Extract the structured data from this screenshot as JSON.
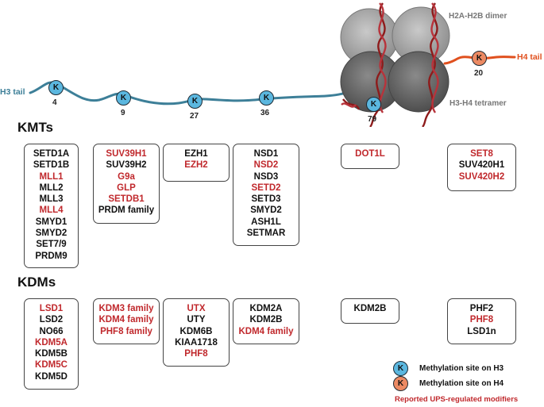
{
  "nucleosome": {
    "h2a_h2b_label": "H2A-H2B dimer",
    "h3_h4_label": "H3-H4 tetramer",
    "h3_tail_label": "H3 tail",
    "h4_tail_label": "H4 tail"
  },
  "sites": [
    {
      "letter": "K",
      "number": "4",
      "histone": "H3"
    },
    {
      "letter": "K",
      "number": "9",
      "histone": "H3"
    },
    {
      "letter": "K",
      "number": "27",
      "histone": "H3"
    },
    {
      "letter": "K",
      "number": "36",
      "histone": "H3"
    },
    {
      "letter": "K",
      "number": "79",
      "histone": "H3"
    },
    {
      "letter": "K",
      "number": "20",
      "histone": "H4"
    }
  ],
  "colors": {
    "h3_site": "#5bb7df",
    "h4_site": "#ec8a63",
    "ups_regulated": "#c0282c",
    "other": "#111111",
    "h3_tail": "#3d7f98",
    "h4_tail": "#e0501e",
    "dna": "#8e1b1b"
  },
  "kmts": {
    "title": "KMTs",
    "groups": [
      {
        "site": "K4",
        "items": [
          {
            "name": "SETD1A",
            "ups": false
          },
          {
            "name": "SETD1B",
            "ups": false
          },
          {
            "name": "MLL1",
            "ups": true
          },
          {
            "name": "MLL2",
            "ups": false
          },
          {
            "name": "MLL3",
            "ups": false
          },
          {
            "name": "MLL4",
            "ups": true
          },
          {
            "name": "SMYD1",
            "ups": false
          },
          {
            "name": "SMYD2",
            "ups": false
          },
          {
            "name": "SET7/9",
            "ups": false
          },
          {
            "name": "PRDM9",
            "ups": false
          }
        ]
      },
      {
        "site": "K9",
        "items": [
          {
            "name": "SUV39H1",
            "ups": true
          },
          {
            "name": "SUV39H2",
            "ups": false
          },
          {
            "name": "G9a",
            "ups": true
          },
          {
            "name": "GLP",
            "ups": true
          },
          {
            "name": "SETDB1",
            "ups": true
          },
          {
            "name": "PRDM family",
            "ups": false
          }
        ]
      },
      {
        "site": "K27",
        "items": [
          {
            "name": "EZH1",
            "ups": false
          },
          {
            "name": "EZH2",
            "ups": true
          }
        ]
      },
      {
        "site": "K36",
        "items": [
          {
            "name": "NSD1",
            "ups": false
          },
          {
            "name": "NSD2",
            "ups": true
          },
          {
            "name": "NSD3",
            "ups": false
          },
          {
            "name": "SETD2",
            "ups": true
          },
          {
            "name": "SETD3",
            "ups": false
          },
          {
            "name": "SMYD2",
            "ups": false
          },
          {
            "name": "ASH1L",
            "ups": false
          },
          {
            "name": "SETMAR",
            "ups": false
          }
        ]
      },
      {
        "site": "K79",
        "items": [
          {
            "name": "DOT1L",
            "ups": true
          }
        ]
      },
      {
        "site": "K20",
        "items": [
          {
            "name": "SET8",
            "ups": true
          },
          {
            "name": "SUV420H1",
            "ups": false
          },
          {
            "name": "SUV420H2",
            "ups": true
          }
        ]
      }
    ]
  },
  "kdms": {
    "title": "KDMs",
    "groups": [
      {
        "site": "K4",
        "items": [
          {
            "name": "LSD1",
            "ups": true
          },
          {
            "name": "LSD2",
            "ups": false
          },
          {
            "name": "NO66",
            "ups": false
          },
          {
            "name": "KDM5A",
            "ups": true
          },
          {
            "name": "KDM5B",
            "ups": false
          },
          {
            "name": "KDM5C",
            "ups": true
          },
          {
            "name": "KDM5D",
            "ups": false
          }
        ]
      },
      {
        "site": "K9",
        "items": [
          {
            "name": "KDM3 family",
            "ups": true
          },
          {
            "name": "KDM4 family",
            "ups": true
          },
          {
            "name": "PHF8 family",
            "ups": true
          }
        ]
      },
      {
        "site": "K27",
        "items": [
          {
            "name": "UTX",
            "ups": true
          },
          {
            "name": "UTY",
            "ups": false
          },
          {
            "name": "KDM6B",
            "ups": false
          },
          {
            "name": "KIAA1718",
            "ups": false
          },
          {
            "name": "PHF8",
            "ups": true
          }
        ]
      },
      {
        "site": "K36",
        "items": [
          {
            "name": "KDM2A",
            "ups": false
          },
          {
            "name": "KDM2B",
            "ups": false
          },
          {
            "name": "KDM4 family",
            "ups": true
          }
        ]
      },
      {
        "site": "K79",
        "items": [
          {
            "name": "KDM2B",
            "ups": false
          }
        ]
      },
      {
        "site": "K20",
        "items": [
          {
            "name": "PHF2",
            "ups": false
          },
          {
            "name": "PHF8",
            "ups": true
          },
          {
            "name": "LSD1n",
            "ups": false
          }
        ]
      }
    ]
  },
  "legend": {
    "h3_site_label": "Methylation site on H3",
    "h4_site_label": "Methylation site on H4",
    "ups_label": "Reported UPS-regulated modifiers",
    "symbol_letter": "K"
  }
}
